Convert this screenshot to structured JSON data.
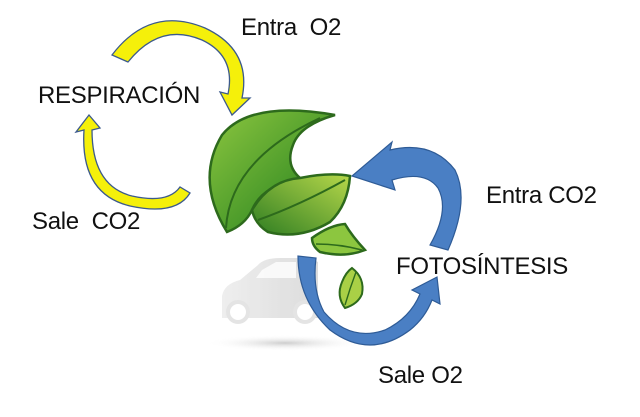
{
  "diagram": {
    "respiration": {
      "title": "RESPIRACIÓN",
      "input_label": "Entra  O2",
      "output_label": "Sale  CO2",
      "arrow_color": "#f5f00a",
      "arrow_outline": "#3c5a8c"
    },
    "photosynthesis": {
      "title": "FOTOSÍNTESIS",
      "input_label": "Entra CO2",
      "output_label": "Sale O2",
      "arrow_color": "#4a7fc4",
      "arrow_outline": "#2e5b96"
    },
    "center": {
      "leaves_icon": "leaves-icon",
      "car_icon": "car-icon",
      "leaf_color": "#4f9a2c",
      "leaf_outline": "#2d6a1c"
    }
  }
}
